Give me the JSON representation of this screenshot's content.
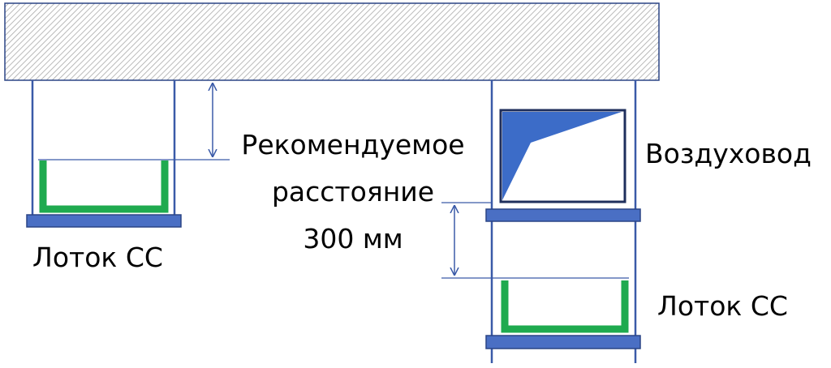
{
  "labels": {
    "distance_line1": "Рекомендуемое",
    "distance_line2": "расстояние",
    "distance_line3": "300 мм",
    "tray_left": "Лоток СС",
    "duct": "Воздуховод",
    "tray_right": "Лоток СС"
  },
  "colors": {
    "rod": "#3a5aa8",
    "shelf": "#4a6fc4",
    "shelf_edge": "#2b4585",
    "tray": "#1faa4f",
    "duct_fill": "#3c6cc8",
    "duct_border": "#1f2f5c",
    "ceiling_hatch": "#a9a9a9",
    "dimension": "#3a5aa8"
  }
}
